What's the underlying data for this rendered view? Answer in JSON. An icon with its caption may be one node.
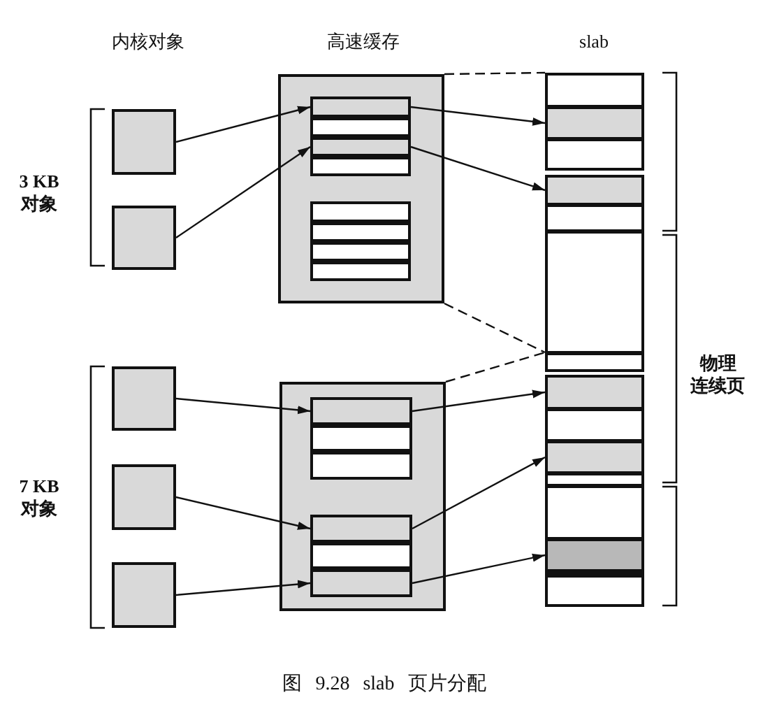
{
  "diagram": {
    "caption": "图 9.28 slab 页片分配",
    "nodes": [
      {
        "text": [],
        "shape": "box"
      },
      {
        "text": [],
        "shape": "box"
      },
      {
        "text": [],
        "shape": "box"
      },
      {
        "text": [],
        "shape": "box"
      },
      {
        "text": [],
        "shape": "box"
      },
      {
        "text": [],
        "shape": "box"
      },
      {
        "text": [],
        "shape": "box",
        "in": 5
      },
      {
        "text": [],
        "shape": "box",
        "in": 5
      },
      {
        "text": [],
        "shape": "box",
        "in": 5
      },
      {
        "text": [],
        "shape": "box",
        "in": 5
      },
      {
        "text": [],
        "shape": "box",
        "in": 5
      },
      {
        "text": [],
        "shape": "box",
        "in": 5
      },
      {
        "text": [],
        "shape": "box",
        "in": 5
      },
      {
        "text": [],
        "shape": "box",
        "in": 5
      },
      {
        "text": [],
        "shape": "box"
      },
      {
        "text": [],
        "shape": "box",
        "in": 14
      },
      {
        "text": [],
        "shape": "box",
        "in": 14
      },
      {
        "text": [],
        "shape": "box",
        "in": 14
      },
      {
        "text": [],
        "shape": "box",
        "in": 14
      },
      {
        "text": [],
        "shape": "box",
        "in": 14
      },
      {
        "text": [],
        "shape": "box",
        "in": 14
      },
      {
        "text": [],
        "shape": "box"
      },
      {
        "text": [],
        "shape": "box"
      },
      {
        "text": [],
        "shape": "box"
      },
      {
        "text": [],
        "shape": "box"
      },
      {
        "text": [],
        "shape": "box"
      },
      {
        "text": [],
        "shape": "box"
      },
      {
        "text": [],
        "shape": "box"
      },
      {
        "text": [],
        "shape": "box"
      },
      {
        "text": [],
        "shape": "box"
      },
      {
        "text": [],
        "shape": "box"
      },
      {
        "text": [],
        "shape": "box"
      },
      {
        "text": [],
        "shape": "box"
      },
      {
        "text": [],
        "shape": "box"
      },
      {
        "text": [],
        "shape": "box"
      },
      {
        "text": [],
        "shape": "box"
      }
    ],
    "edges": [
      {
        "from": 0,
        "to": 6,
        "arrow": "to"
      },
      {
        "from": 1,
        "to": 8,
        "arrow": "to"
      },
      {
        "from": 6,
        "to": 22,
        "arrow": "to"
      },
      {
        "from": 8,
        "to": 24,
        "arrow": "to"
      },
      {
        "from": 2,
        "to": 15,
        "arrow": "to"
      },
      {
        "from": 3,
        "to": 18,
        "arrow": "to"
      },
      {
        "from": 4,
        "to": 20,
        "arrow": "to"
      },
      {
        "from": 15,
        "to": 28,
        "arrow": "to"
      },
      {
        "from": 18,
        "to": 30,
        "arrow": "to"
      },
      {
        "from": 20,
        "to": 33,
        "arrow": "to"
      },
      {
        "from": 5,
        "to": 21,
        "arrow": "none",
        "style": "dashed"
      },
      {
        "from": 5,
        "to": 27,
        "arrow": "none",
        "style": "dashed"
      },
      {
        "from": 14,
        "to": 27,
        "arrow": "none",
        "style": "dashed"
      }
    ],
    "labels": [
      "内核对象",
      "高速缓存",
      "slab",
      "3 KB 对象",
      "7 KB 对象",
      "物理连续页"
    ]
  }
}
